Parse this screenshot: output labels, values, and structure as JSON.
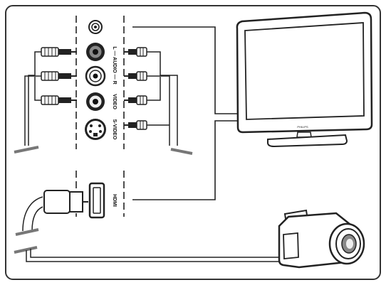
{
  "diagram": {
    "jack_labels": {
      "audio": "L — AUDIO — R",
      "video": "VIDEO",
      "svideo": "S-VIDEO",
      "hdmi": "HDMI"
    },
    "tv_brand": "PHILIPS"
  }
}
